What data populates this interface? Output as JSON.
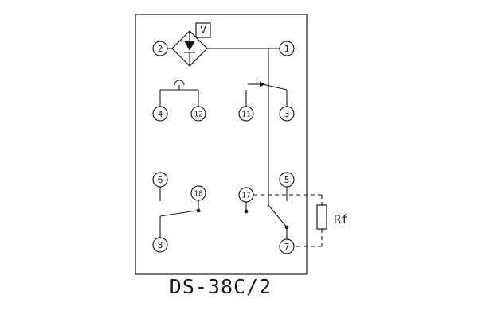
{
  "diagram": {
    "title": "DS-38C/2",
    "voltage_element": "V",
    "resistor": "Rf",
    "terminals": {
      "t1": "1",
      "t2": "2",
      "t3": "3",
      "t4": "4",
      "t5": "5",
      "t6": "6",
      "t7": "7",
      "t8": "8",
      "t11": "11",
      "t12": "12",
      "t17": "17",
      "t18": "18"
    }
  },
  "colors": {
    "line": "#1a1a1a",
    "background": "#ffffff"
  }
}
